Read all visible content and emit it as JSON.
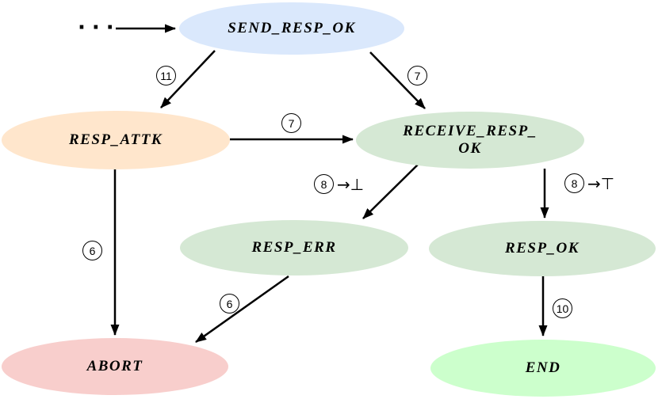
{
  "diagram": {
    "start_dots": "···",
    "nodes": {
      "send_resp_ok": {
        "label": "SEND_RESP_OK",
        "fill": "#dae8fc"
      },
      "resp_attk": {
        "label": "RESP_ATTK",
        "fill": "#ffe6cc"
      },
      "receive_resp_ok": {
        "label": "RECEIVE_RESP_\nOK",
        "fill": "#d5e8d4"
      },
      "resp_err": {
        "label": "RESP_ERR",
        "fill": "#d5e8d4"
      },
      "resp_ok": {
        "label": "RESP_OK",
        "fill": "#d5e8d4"
      },
      "abort": {
        "label": "ABORT",
        "fill": "#f8cecc"
      },
      "end": {
        "label": "END",
        "fill": "#ccffcc"
      }
    },
    "edge_labels": {
      "t11": {
        "num": "11",
        "suffix": ""
      },
      "t7_send_receive": {
        "num": "7",
        "suffix": ""
      },
      "t7_attk_receive": {
        "num": "7",
        "suffix": ""
      },
      "t8_to_bottom": {
        "num": "8",
        "suffix": "→⊥"
      },
      "t8_to_top": {
        "num": "8",
        "suffix": "→⊤"
      },
      "t6_attk_abort": {
        "num": "6",
        "suffix": ""
      },
      "t6_err_abort": {
        "num": "6",
        "suffix": ""
      },
      "t10": {
        "num": "10",
        "suffix": ""
      }
    }
  }
}
